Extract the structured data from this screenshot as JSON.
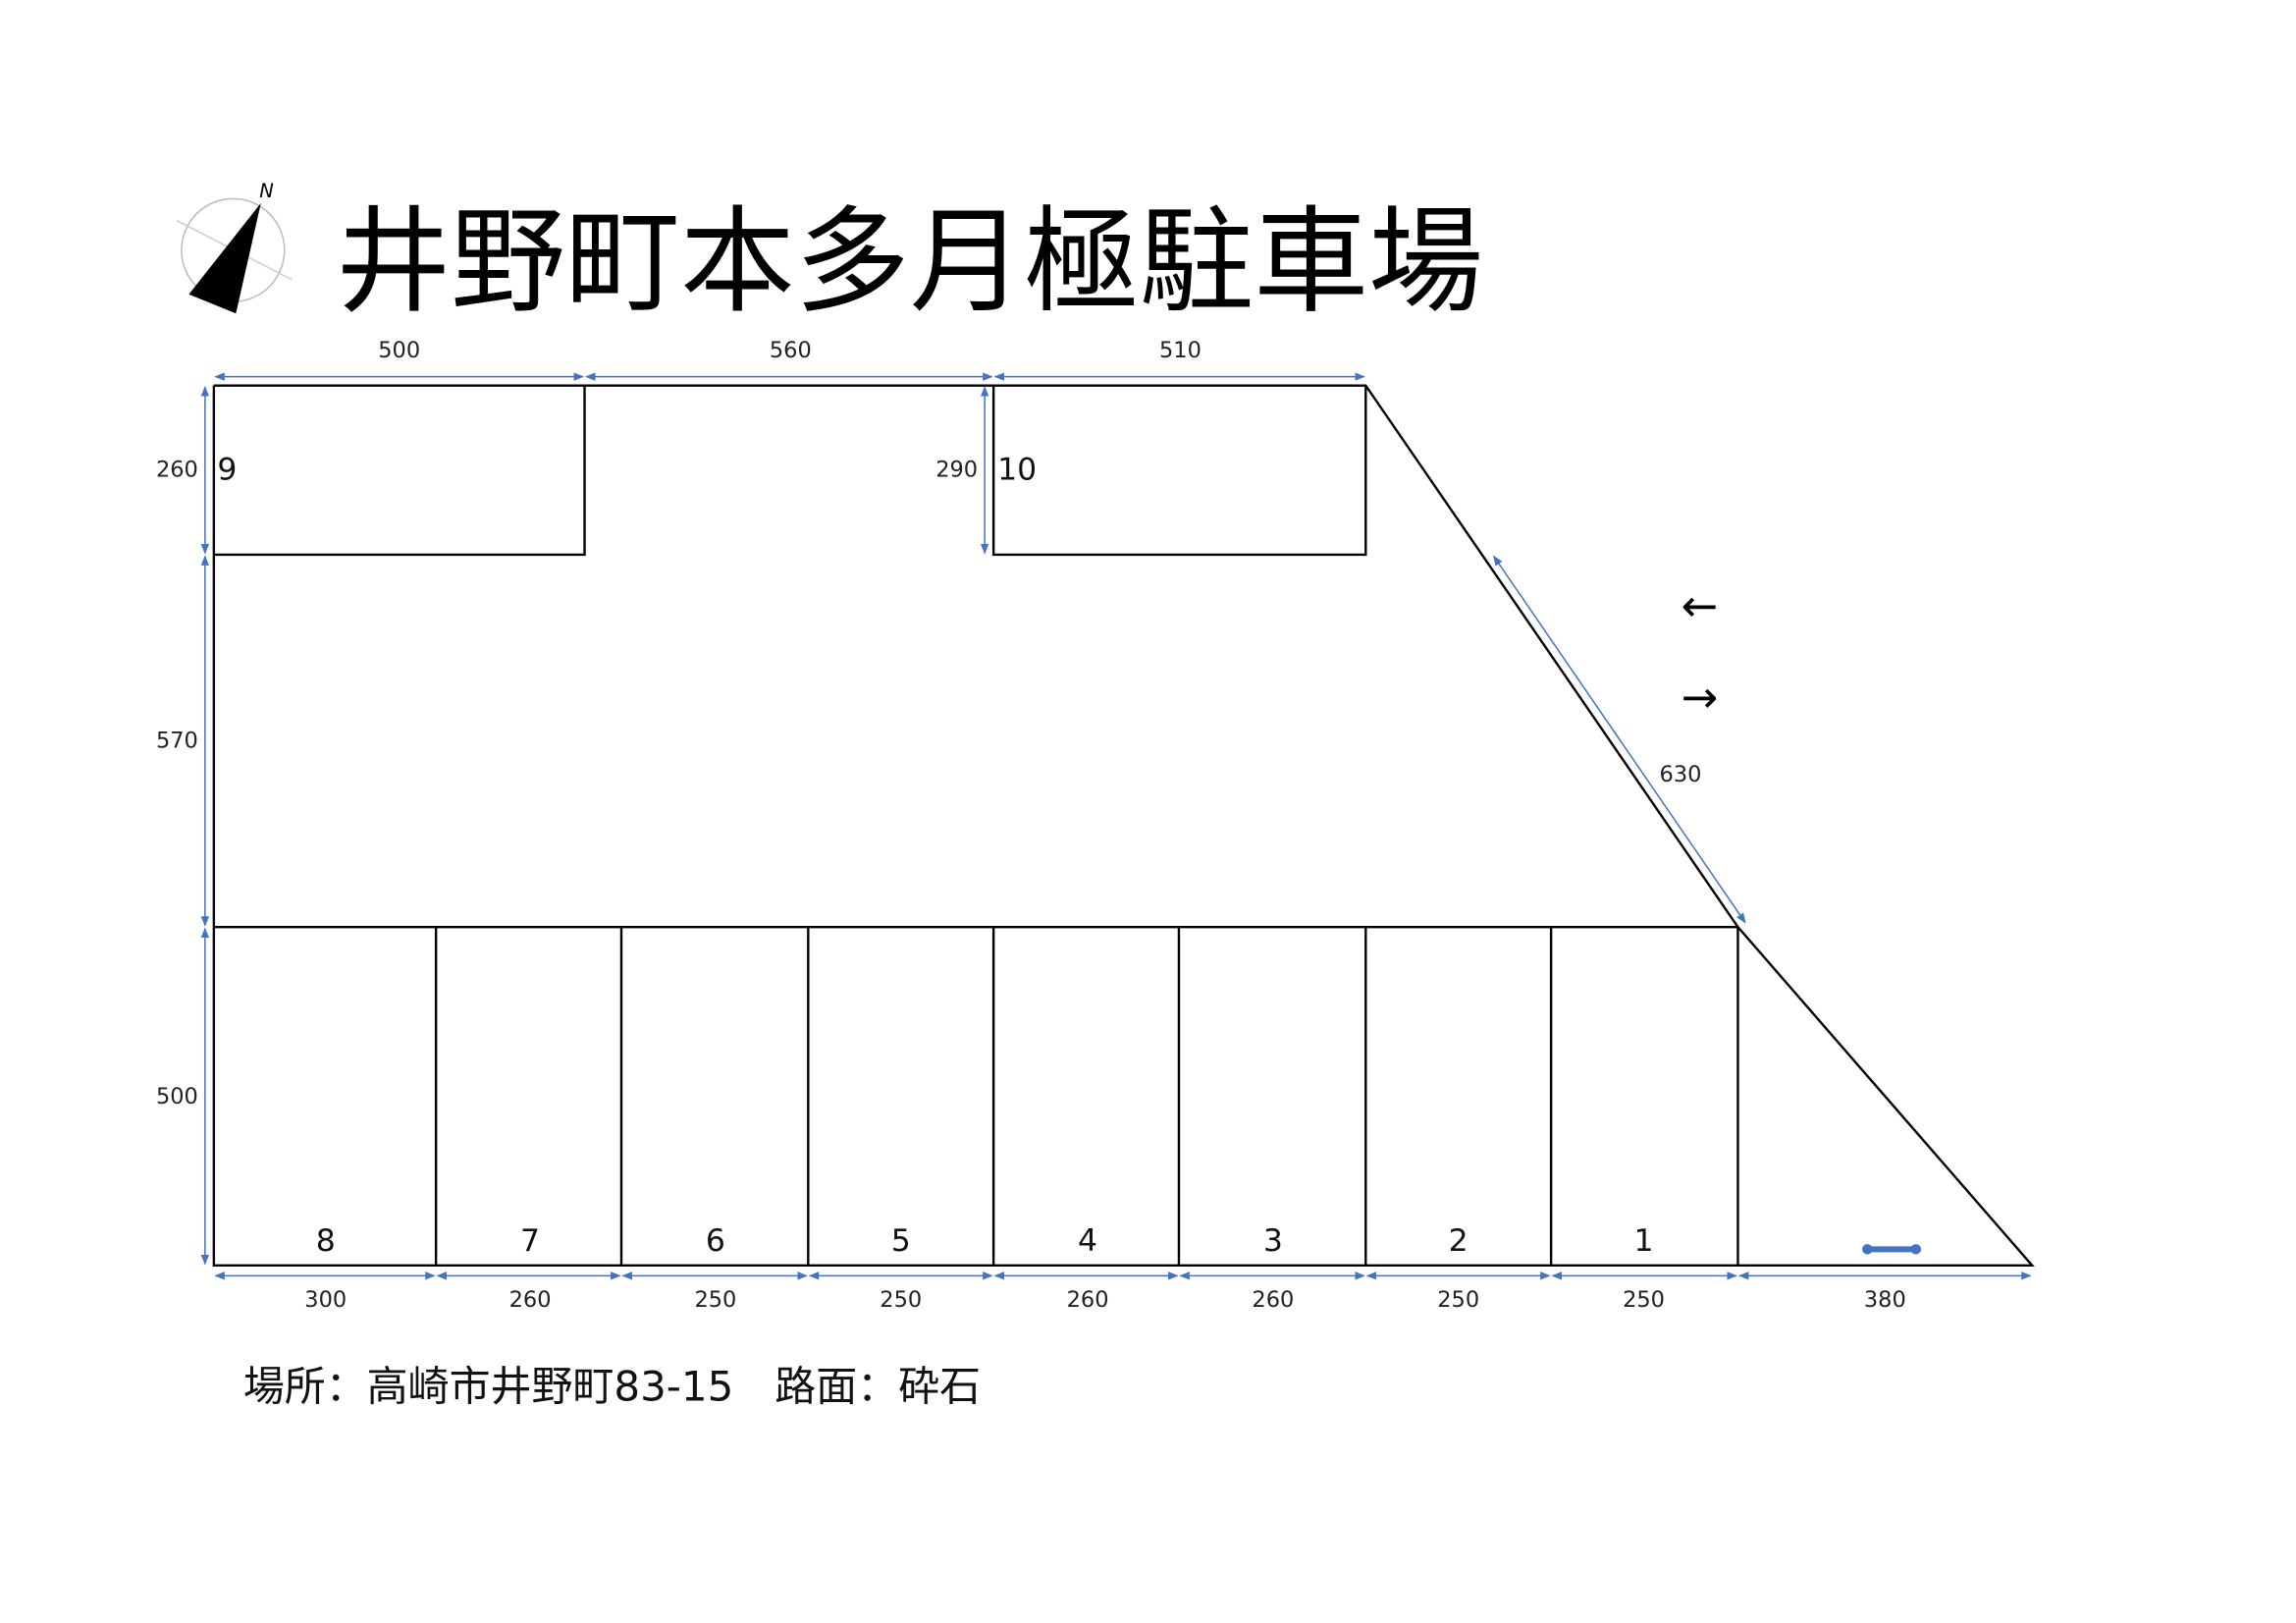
{
  "title": "井野町本多月極駐車場",
  "compass": {
    "label": "N"
  },
  "address_line": "場所：高崎市井野町83-15　路面：砕石",
  "spaces": {
    "bottom": [
      "8",
      "7",
      "6",
      "5",
      "4",
      "3",
      "2",
      "1"
    ],
    "top": [
      "9",
      "10"
    ]
  },
  "dimensions": {
    "top": [
      "500",
      "560",
      "510"
    ],
    "left": [
      "260",
      "570",
      "500"
    ],
    "space10_depth": "290",
    "diagonal": "630",
    "bottom": [
      "300",
      "260",
      "250",
      "250",
      "260",
      "260",
      "250",
      "250",
      "380"
    ]
  },
  "traffic_arrows": [
    "←",
    "→"
  ],
  "colors": {
    "dimension": "#4472c4",
    "line": "#000000"
  }
}
